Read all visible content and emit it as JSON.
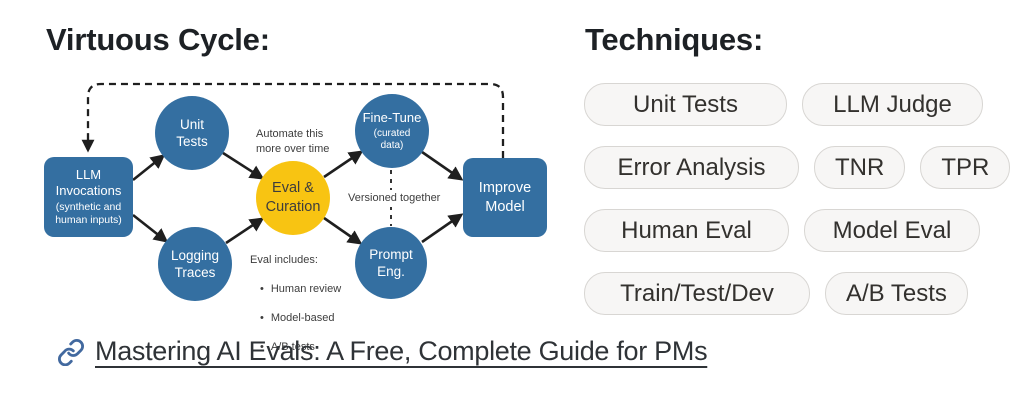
{
  "colors": {
    "node_blue": "#346fa1",
    "node_yellow": "#f8c412",
    "heading_text": "#1d2125",
    "pill_bg": "#f7f6f5",
    "pill_border": "#d8d6d3",
    "pill_text": "#33312e",
    "arrow": "#1f1f1f",
    "link_icon": "#42699f",
    "annotation_text": "#3d3d3d",
    "link_text": "#2f3337"
  },
  "headings": {
    "cycle": "Virtuous Cycle:",
    "techniques": "Techniques:"
  },
  "diagram": {
    "nodes": {
      "llm": {
        "title": "LLM\nInvocations",
        "subtitle": "(synthetic and\nhuman inputs)"
      },
      "unit_tests": {
        "label": "Unit\nTests"
      },
      "logging_traces": {
        "label": "Logging\nTraces"
      },
      "eval_curation": {
        "label": "Eval &\nCuration"
      },
      "fine_tune": {
        "title": "Fine-Tune",
        "subtitle": "(curated\ndata)"
      },
      "prompt_eng": {
        "label": "Prompt\nEng."
      },
      "improve_model": {
        "label": "Improve\nModel"
      }
    },
    "annotations": {
      "automate": "Automate this\nmore over time",
      "versioned": "Versioned together",
      "eval_includes_title": "Eval includes:",
      "bullet_char": "•",
      "eval_includes_items": [
        "Human review",
        "Model-based",
        "A/B tests"
      ]
    }
  },
  "techniques": {
    "pills": [
      "Unit Tests",
      "LLM Judge",
      "Error Analysis",
      "TNR",
      "TPR",
      "Human Eval",
      "Model Eval",
      "Train/Test/Dev",
      "A/B Tests"
    ]
  },
  "link": {
    "text": "Mastering AI Evals: A Free, Complete Guide for PMs"
  }
}
